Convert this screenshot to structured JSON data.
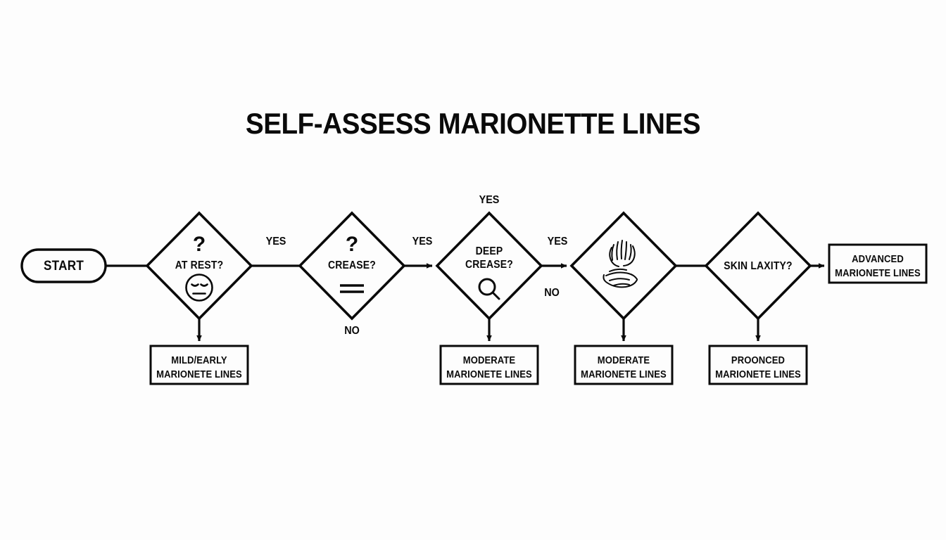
{
  "title": "SELF-ASSESS MARIONETTE LINES",
  "background_color": "#fdfdfd",
  "stroke_color": "#0a0a0a",
  "chart_data": {
    "type": "diagram",
    "title": "SELF-ASSESS MARIONETTE LINES",
    "orientation": "left-to-right decision flowchart"
  },
  "nodes": {
    "start": {
      "label": "START",
      "shape": "capsule"
    },
    "d1": {
      "label": "AT REST?",
      "shape": "diamond",
      "icon_top": "question-mark",
      "icon_bottom": "neutral-face-icon"
    },
    "d2": {
      "label": "CREASE?",
      "shape": "diamond",
      "icon_top": "question-mark",
      "icon_bottom": "equals-lines-icon"
    },
    "d3": {
      "label": "DEEP\nCREASE?",
      "shape": "diamond",
      "icon_bottom": "magnifier-icon"
    },
    "d4": {
      "label": "",
      "shape": "diamond",
      "icon_center": "pinch-hands-icon"
    },
    "d5": {
      "label": "SKIN LAXITY?",
      "shape": "diamond"
    },
    "b1": {
      "label": "MILD/EARLY\nMARIONETE LINES",
      "shape": "rect"
    },
    "b2": {
      "label": "MODERATE\nMARIONETE LINES",
      "shape": "rect"
    },
    "b3": {
      "label": "MODERATE\nMARIONETE LINES",
      "shape": "rect"
    },
    "b4": {
      "label": "PROONCED\nMARIONETE LINES",
      "shape": "rect"
    },
    "b5": {
      "label": "ADVANCED\nMARIONETE LINES",
      "shape": "rect"
    }
  },
  "edge_labels": {
    "e1_yes": "YES",
    "e2_yes": "YES",
    "e3_yes_top": "YES",
    "e3_yes_right": "YES",
    "e2_no": "NO",
    "e3_no": "NO"
  }
}
